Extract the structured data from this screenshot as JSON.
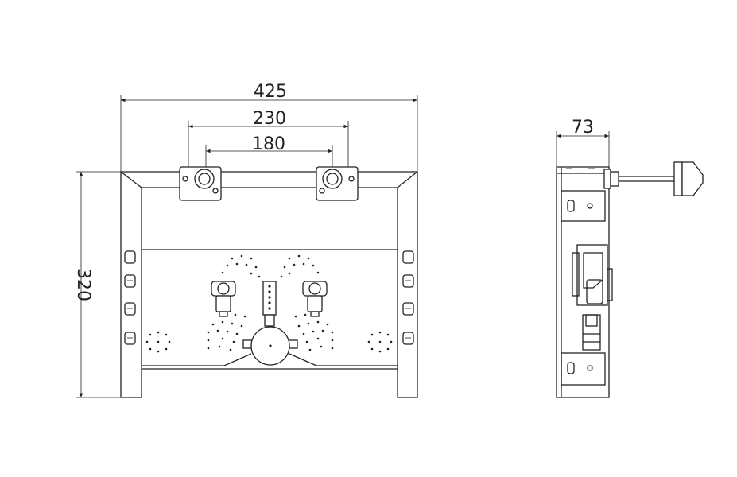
{
  "dimensions": {
    "overall_width": "425",
    "outer_connection_span": "230",
    "inner_connection_span": "180",
    "height": "320",
    "depth": "73"
  },
  "views": [
    "front-view",
    "side-view"
  ],
  "colors": {
    "line": "#222222",
    "background": "#ffffff"
  }
}
